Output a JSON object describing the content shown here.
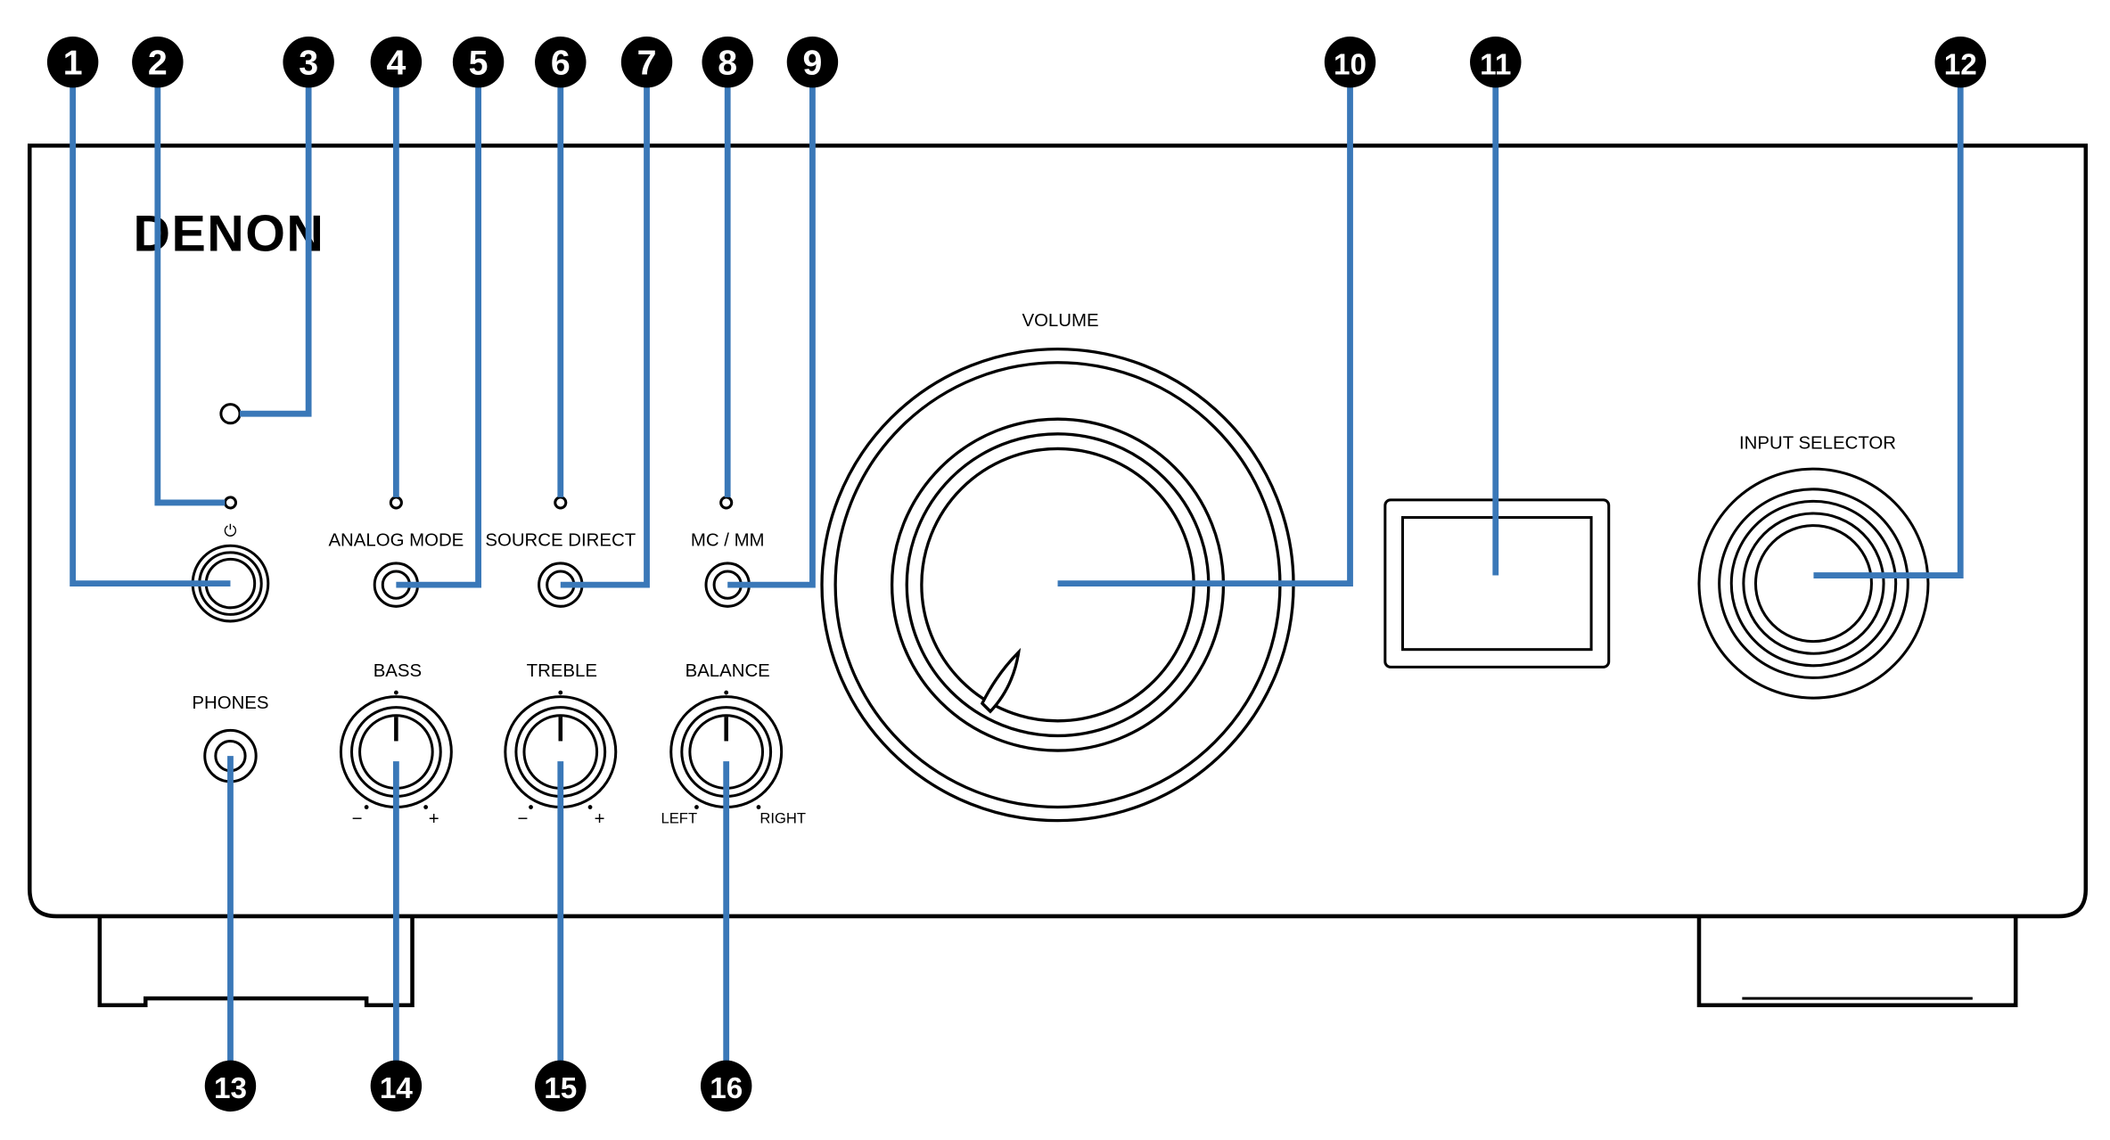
{
  "brand": "DENON",
  "power_symbol": "⏻",
  "labels": {
    "analog_mode": "ANALOG MODE",
    "source_direct": "SOURCE DIRECT",
    "mc_mm": "MC / MM",
    "volume": "VOLUME",
    "input_selector": "INPUT SELECTOR",
    "phones": "PHONES",
    "bass": "BASS",
    "treble": "TREBLE",
    "balance": "BALANCE",
    "minus": "−",
    "plus": "+",
    "left": "LEFT",
    "right": "RIGHT"
  },
  "callouts": [
    "1",
    "2",
    "3",
    "4",
    "5",
    "6",
    "7",
    "8",
    "9",
    "10",
    "11",
    "12",
    "13",
    "14",
    "15",
    "16"
  ],
  "colors": {
    "leader": "#3a78b8",
    "outline": "#000000",
    "badge": "#000000"
  }
}
